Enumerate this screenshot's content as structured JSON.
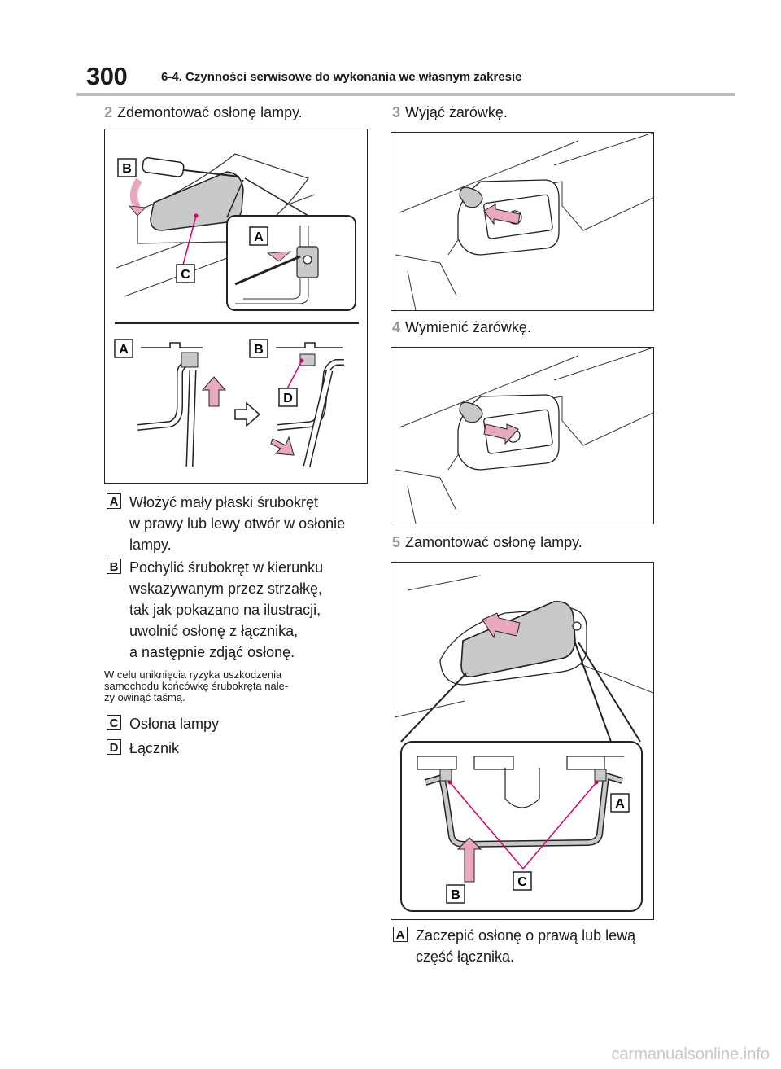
{
  "page_number": "300",
  "header_title": "6-4. Czynności serwisowe do wykonania we własnym zakresie",
  "left": {
    "step2": {
      "num": "2",
      "text": "Zdemontować osłonę lampy."
    },
    "fig_labels": {
      "b_top": "B",
      "a_inset": "A",
      "c": "C",
      "a_bottom": "A",
      "b_bottom": "B",
      "d": "D"
    },
    "items": [
      {
        "badge": "A",
        "lines": [
          "Włożyć mały płaski śrubokręt",
          "w prawy lub lewy otwór w osłonie",
          "lampy."
        ]
      },
      {
        "badge": "B",
        "lines": [
          "Pochylić śrubokręt w kierunku",
          "wskazywanym przez strzałkę,",
          "tak jak pokazano na ilustracji,",
          "uwolnić osłonę z łącznika,",
          "a następnie zdjąć osłonę."
        ]
      }
    ],
    "note_lines": [
      "W celu uniknięcia ryzyka uszkodzenia",
      "samochodu końcówkę śrubokręta nale-",
      "ży owinąć taśmą."
    ],
    "legend": [
      {
        "badge": "C",
        "text": "Osłona lampy"
      },
      {
        "badge": "D",
        "text": "Łącznik"
      }
    ]
  },
  "right": {
    "step3": {
      "num": "3",
      "text": "Wyjąć żarówkę."
    },
    "step4": {
      "num": "4",
      "text": "Wymienić żarówkę."
    },
    "step5": {
      "num": "5",
      "text": "Zamontować osłonę lampy."
    },
    "fig5_labels": {
      "a": "A",
      "b": "B",
      "c": "C"
    },
    "item": {
      "badge": "A",
      "lines": [
        "Zaczepić osłonę o prawą lub lewą",
        "część łącznika."
      ]
    }
  },
  "colors": {
    "pink": "#e8a9be",
    "magenta": "#d6006f",
    "gray_fill": "#c9c9c9",
    "text_gray": "#9a9a9a"
  },
  "watermark": "carmanualsonline.info"
}
